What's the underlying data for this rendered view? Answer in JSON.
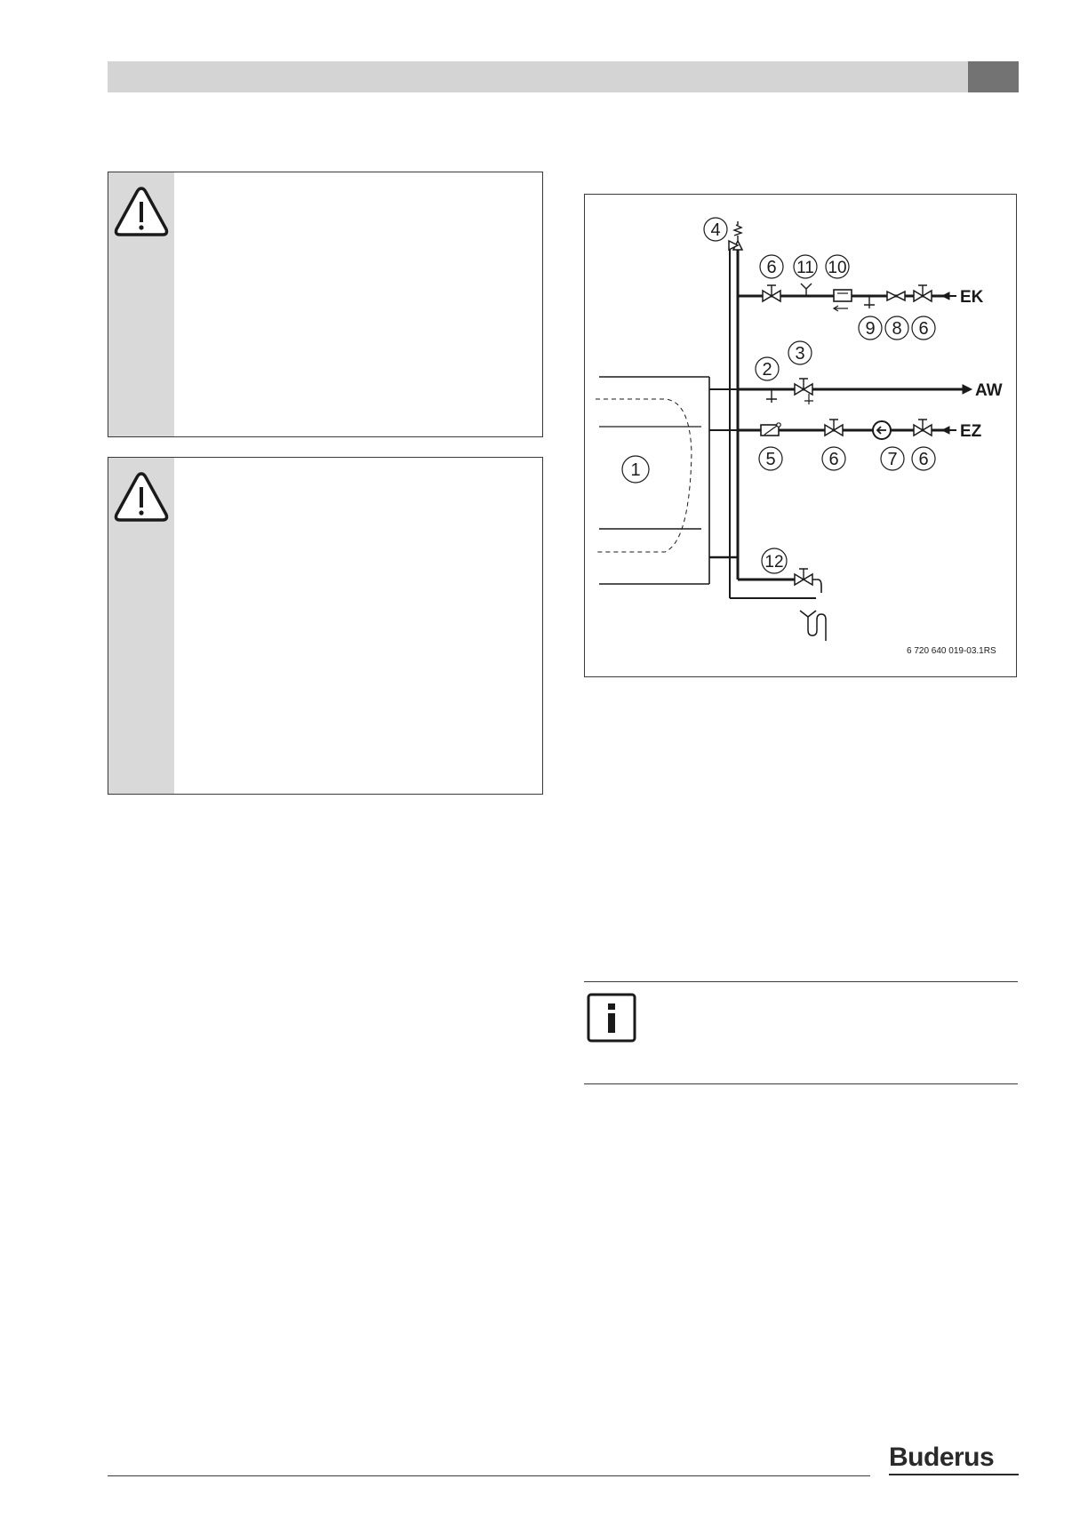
{
  "brand": {
    "name": "Buderus"
  },
  "diagram": {
    "figure_id": "6 720 640 019-03.1RS",
    "lines": {
      "cold_in": "EK",
      "hot_out": "AW",
      "circulation": "EZ"
    },
    "callouts": [
      "1",
      "2",
      "3",
      "4",
      "5",
      "6",
      "6",
      "6",
      "6",
      "7",
      "8",
      "9",
      "10",
      "11",
      "12"
    ]
  },
  "icons": {
    "warning": "warning-triangle-icon",
    "info": "info-icon"
  }
}
